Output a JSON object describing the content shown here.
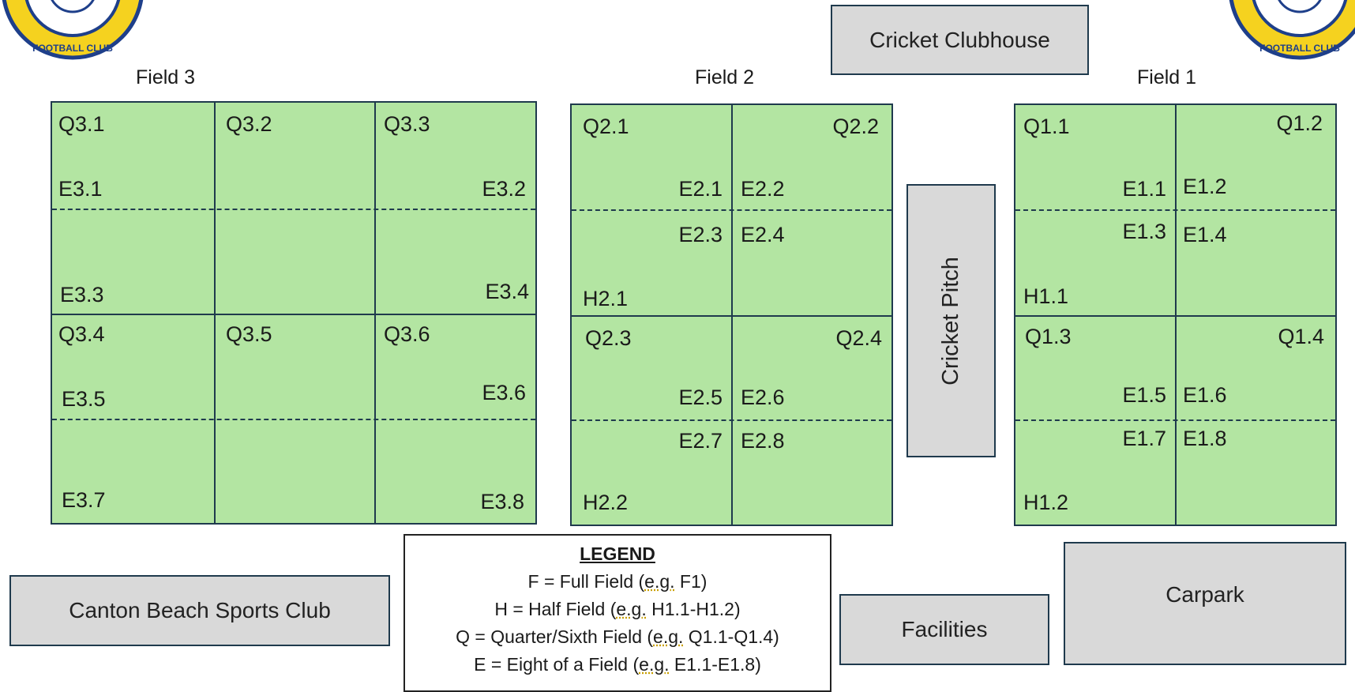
{
  "buildings": {
    "cricket_clubhouse": "Cricket Clubhouse",
    "cricket_pitch": "Cricket Pitch",
    "sports_club": "Canton Beach Sports Club",
    "facilities": "Facilities",
    "carpark": "Carpark"
  },
  "logo_text": "FOOTBALL CLUB",
  "fields": {
    "field3": {
      "title": "Field 3",
      "labels": {
        "q1": "Q3.1",
        "q2": "Q3.2",
        "q3": "Q3.3",
        "q4": "Q3.4",
        "q5": "Q3.5",
        "q6": "Q3.6",
        "e1": "E3.1",
        "e2": "E3.2",
        "e3": "E3.3",
        "e4": "E3.4",
        "e5": "E3.5",
        "e6": "E3.6",
        "e7": "E3.7",
        "e8": "E3.8"
      }
    },
    "field2": {
      "title": "Field 2",
      "labels": {
        "q1": "Q2.1",
        "q2": "Q2.2",
        "q3": "Q2.3",
        "q4": "Q2.4",
        "e1": "E2.1",
        "e2": "E2.2",
        "e3": "E2.3",
        "e4": "E2.4",
        "e5": "E2.5",
        "e6": "E2.6",
        "e7": "E2.7",
        "e8": "E2.8",
        "h1": "H2.1",
        "h2": "H2.2"
      }
    },
    "field1": {
      "title": "Field 1",
      "labels": {
        "q1": "Q1.1",
        "q2": "Q1.2",
        "q3": "Q1.3",
        "q4": "Q1.4",
        "e1": "E1.1",
        "e2": "E1.2",
        "e3": "E1.3",
        "e4": "E1.4",
        "e5": "E1.5",
        "e6": "E1.6",
        "e7": "E1.7",
        "e8": "E1.8",
        "h1": "H1.1",
        "h2": "H1.2"
      }
    }
  },
  "legend": {
    "title": "LEGEND",
    "full_prefix": "F = Full Field (",
    "full_eg": "e.g.",
    "full_suffix": " F1)",
    "half_prefix": "H = Half Field (",
    "half_eg": "e.g.",
    "half_suffix": " H1.1-H1.2)",
    "quarter_prefix": "Q = Quarter/Sixth Field (",
    "quarter_eg": "e.g.",
    "quarter_suffix": " Q1.1-Q1.4)",
    "eighth_prefix": "E = Eight of a Field (",
    "eighth_eg": "e.g.",
    "eighth_suffix": " E1.1-E1.8)"
  },
  "colors": {
    "field": "#b3e5a2",
    "building": "#d9d9d9",
    "lines": "#1f3a4d",
    "logo_yellow": "#f5d21f",
    "logo_blue": "#1e3f8a"
  }
}
